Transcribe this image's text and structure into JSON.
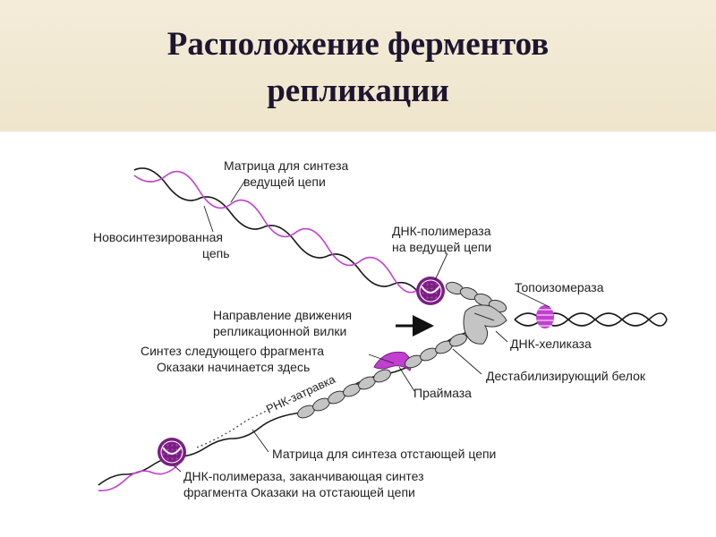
{
  "title": {
    "line1": "Расположение ферментов",
    "line2": "репликации"
  },
  "labels": {
    "leading_template": [
      "Матрица для синтеза",
      "ведущей цепи"
    ],
    "new_strand": [
      "Новосинтезированная",
      "цепь"
    ],
    "polymerase_leading": [
      "ДНК-полимераза",
      "на ведущей цепи"
    ],
    "topoisomerase": "Топоизомераза",
    "fork_direction": [
      "Направление движения",
      "репликационной вилки"
    ],
    "okazaki_start": [
      "Синтез следующего фрагмента",
      "Оказаки начинается здесь"
    ],
    "helicase": "ДНК-хеликаза",
    "ssb": "Дестабилизирующий белок",
    "primase": "Праймаза",
    "rna_primer": "РНК-затравка",
    "lagging_template": "Матрица для синтеза отстающей цепи",
    "polymerase_lagging": [
      "ДНК-полимераза, заканчивающая синтез",
      "фрагмента Оказаки на отстающей цепи"
    ]
  },
  "colors": {
    "header_bg": "#f2e9d3",
    "title": "#1c1630",
    "strand_dark": "#1a1a1a",
    "strand_new": "#c23fd0",
    "enzyme_magenta": "#c23fd0",
    "protein_fill": "#c4c4c4"
  }
}
